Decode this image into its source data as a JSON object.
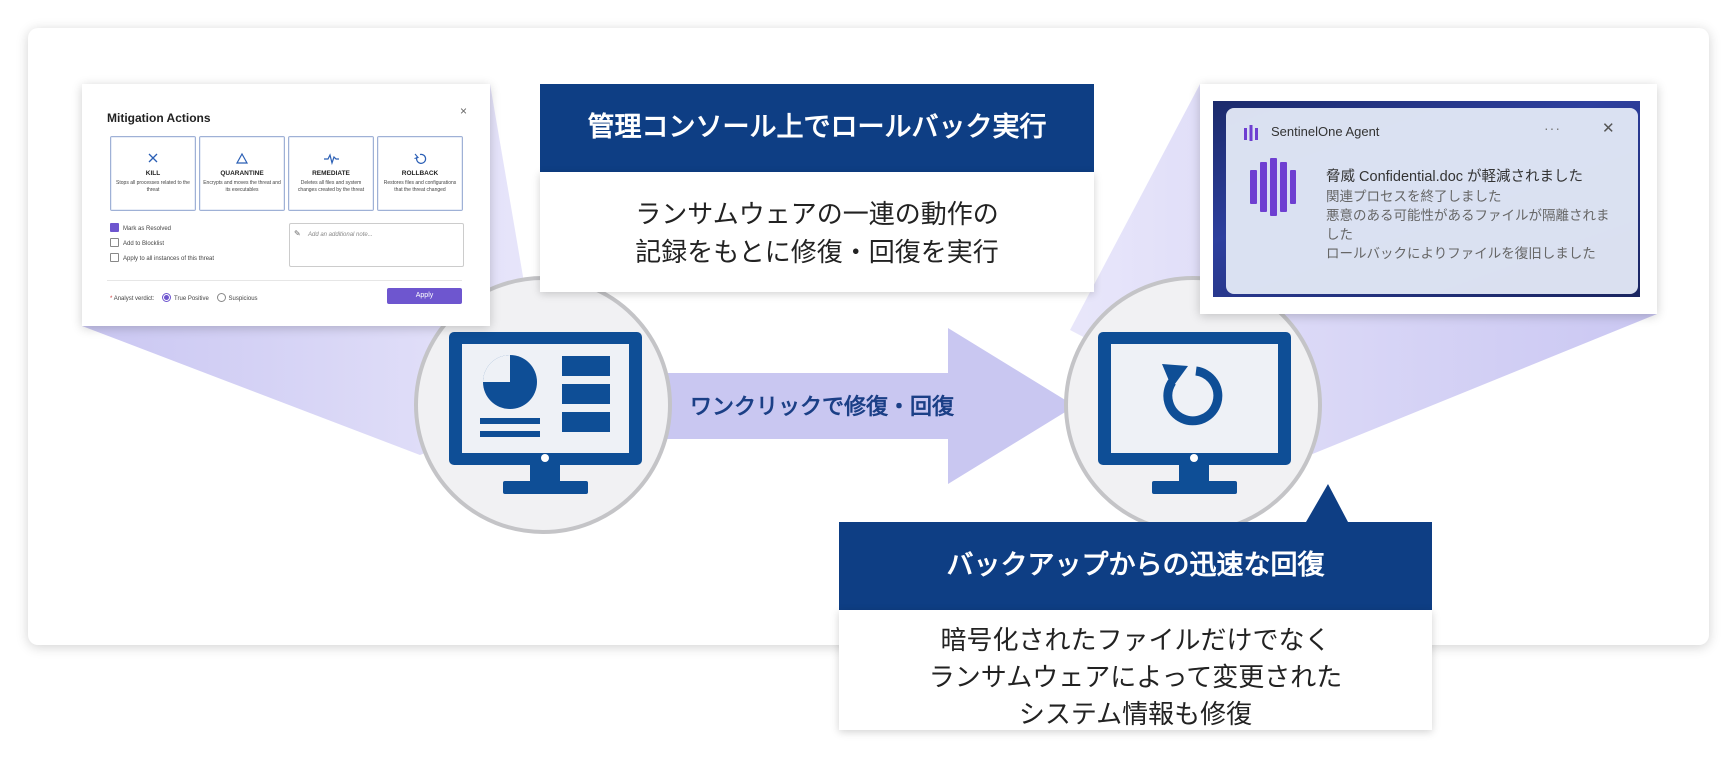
{
  "mitigation": {
    "title": "Mitigation Actions",
    "close_glyph": "×",
    "actions": [
      {
        "name": "KILL",
        "icon": "x-icon",
        "desc": "Stops all processes related to the threat"
      },
      {
        "name": "QUARANTINE",
        "icon": "triangle-icon",
        "desc": "Encrypts and moves the threat and its executables"
      },
      {
        "name": "REMEDIATE",
        "icon": "pulse-icon",
        "desc": "Deletes all files and system changes created by the threat"
      },
      {
        "name": "ROLLBACK",
        "icon": "rollback-icon",
        "desc": "Restores files and configurations that the threat changed"
      }
    ],
    "checkboxes": [
      {
        "label": "Mark as Resolved",
        "checked": true
      },
      {
        "label": "Add to Blocklist",
        "checked": false
      },
      {
        "label": "Apply to all instances of this threat",
        "checked": false
      }
    ],
    "note_placeholder": "Add an additional note...",
    "verdict_label": "Analyst verdict:",
    "verdict_required_mark": "*",
    "verdict_options": [
      {
        "label": "True Positive",
        "selected": true
      },
      {
        "label": "Suspicious",
        "selected": false
      }
    ],
    "apply_label": "Apply"
  },
  "callout_console": {
    "heading": "管理コンソール上でロールバック実行",
    "lines": [
      "ランサムウェアの一連の動作の",
      "記録をもとに修復・回復を実行"
    ]
  },
  "notification": {
    "app_name": "SentinelOne Agent",
    "more_glyph": "···",
    "close_glyph": "✕",
    "title": "脅威 Confidential.doc が軽減されました",
    "message_lines": [
      "関連プロセスを終了しました",
      "悪意のある可能性があるファイルが隔離されま",
      "した",
      "ロールバックによりファイルを復旧しました"
    ]
  },
  "arrow_label": "ワンクリックで修復・回復",
  "callout_backup": {
    "heading": "バックアップからの迅速な回復",
    "lines": [
      "暗号化されたファイルだけでなく",
      "ランサムウェアによって変更された",
      "システム情報も修復"
    ]
  },
  "colors": {
    "navy": "#0e3e84",
    "lavender": "#c9c7f1",
    "accent_purple": "#6e56cf",
    "monitor_blue": "#0e4e96"
  }
}
